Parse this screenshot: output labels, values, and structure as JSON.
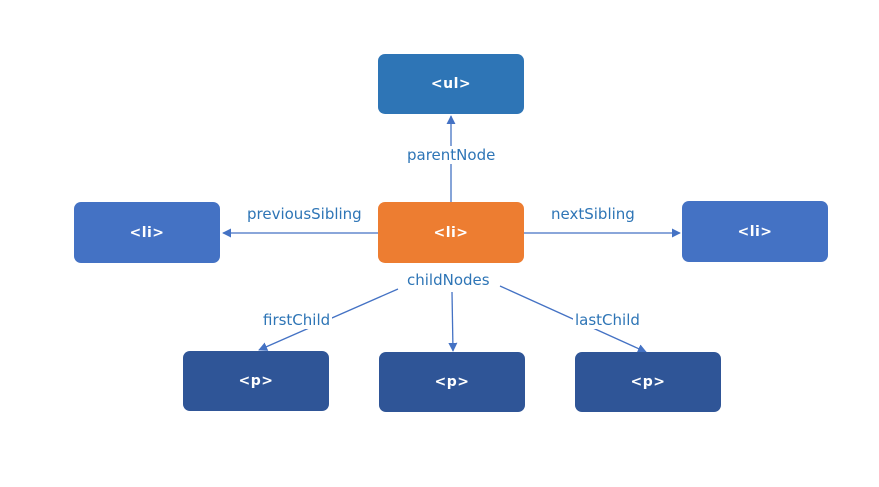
{
  "nodes": {
    "ul": {
      "label": "<ul>",
      "color": "#2E75B6"
    },
    "li_center": {
      "label": "<li>",
      "color": "#ED7D31"
    },
    "li_left": {
      "label": "<li>",
      "color": "#4472C4"
    },
    "li_right": {
      "label": "<li>",
      "color": "#4472C4"
    },
    "p_left": {
      "label": "<p>",
      "color": "#2F5597"
    },
    "p_middle": {
      "label": "<p>",
      "color": "#2F5597"
    },
    "p_right": {
      "label": "<p>",
      "color": "#2F5597"
    }
  },
  "edges": {
    "parent_node": "parentNode",
    "previous_sibling": "previousSibling",
    "next_sibling": "nextSibling",
    "child_nodes": "childNodes",
    "first_child": "firstChild",
    "last_child": "lastChild"
  },
  "colors": {
    "arrow": "#4472C4",
    "label_text": "#2E75B6"
  }
}
